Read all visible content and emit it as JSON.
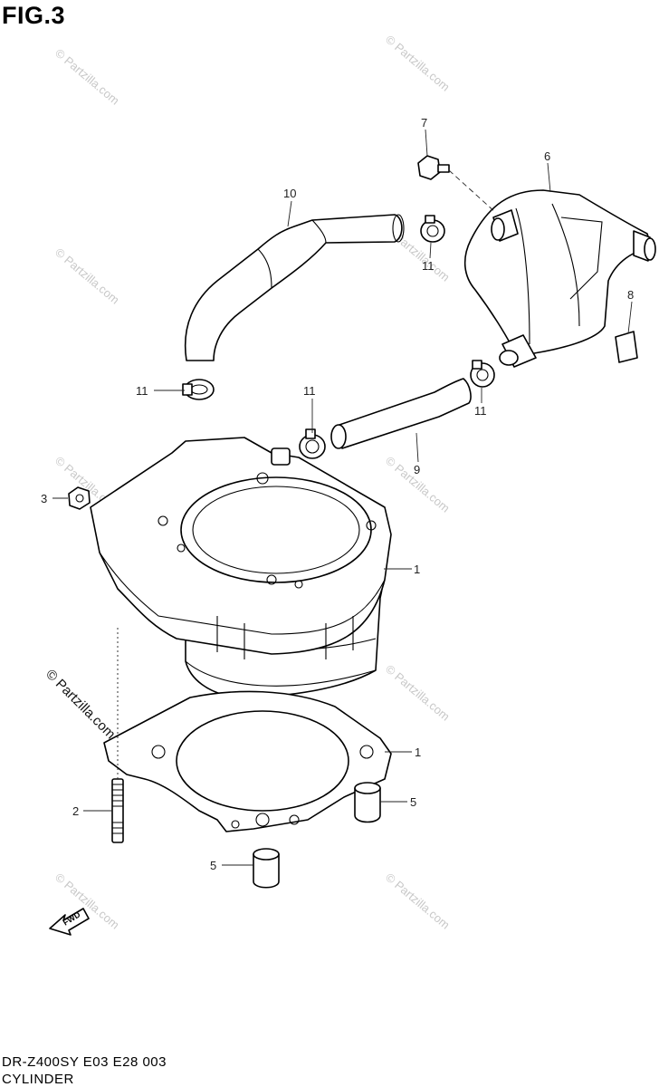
{
  "figure": {
    "label": "FIG.3"
  },
  "footer": {
    "model_code": "DR-Z400SY  E03  E28  003",
    "section_name": "CYLINDER"
  },
  "watermark": {
    "text": "© Partzilla.com",
    "color": "#c8c8c8"
  },
  "fwd_arrow": {
    "label": "FWD"
  },
  "callouts": [
    {
      "id": "cylinder",
      "number": "1"
    },
    {
      "id": "gasket",
      "number": "1"
    },
    {
      "id": "stud",
      "number": "2"
    },
    {
      "id": "nut",
      "number": "3"
    },
    {
      "id": "dowel-right",
      "number": "5"
    },
    {
      "id": "dowel-bottom",
      "number": "5"
    },
    {
      "id": "thermostat-cover",
      "number": "6"
    },
    {
      "id": "bolt",
      "number": "7"
    },
    {
      "id": "plug",
      "number": "8"
    },
    {
      "id": "hose-lower",
      "number": "9"
    },
    {
      "id": "hose-upper",
      "number": "10"
    },
    {
      "id": "clamp-top",
      "number": "11"
    },
    {
      "id": "clamp-left",
      "number": "11"
    },
    {
      "id": "clamp-mid",
      "number": "11"
    },
    {
      "id": "clamp-right",
      "number": "11"
    }
  ]
}
